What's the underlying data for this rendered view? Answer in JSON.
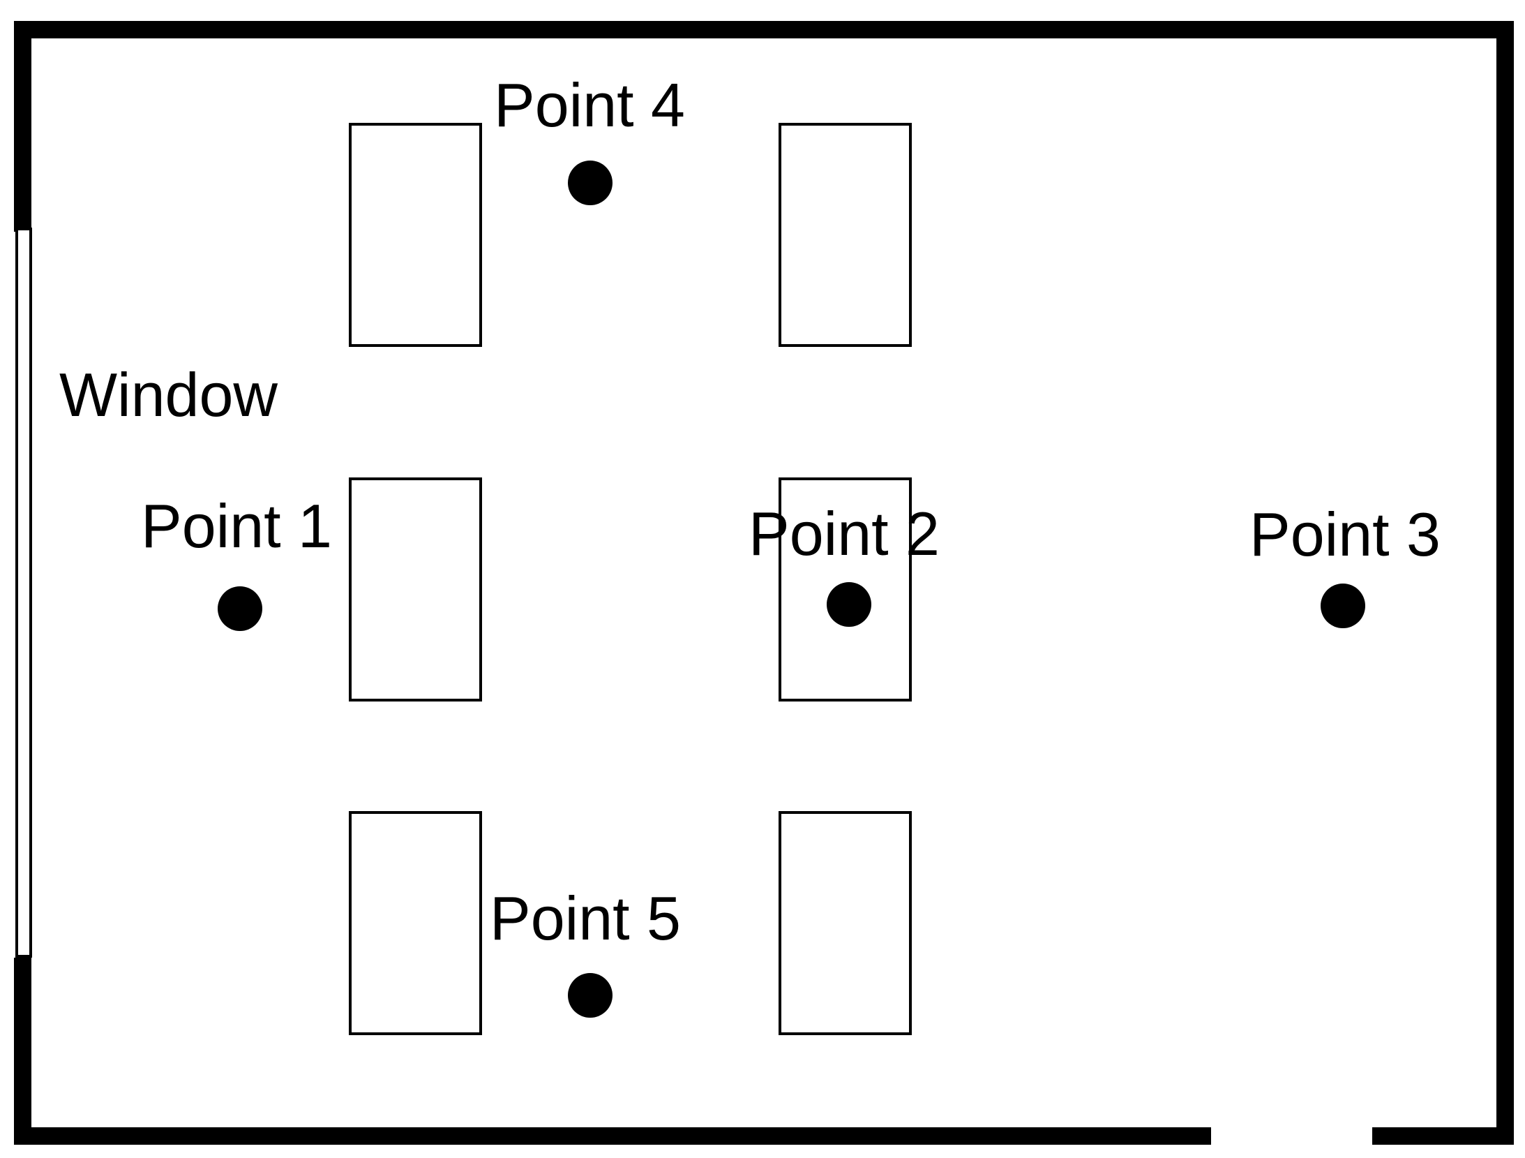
{
  "labels": {
    "window": "Window",
    "point_1": "Point 1",
    "point_2": "Point 2",
    "point_3": "Point 3",
    "point_4": "Point 4",
    "point_5": "Point 5"
  },
  "colors": {
    "wall": "#000000",
    "background": "#ffffff",
    "marker": "#000000"
  }
}
